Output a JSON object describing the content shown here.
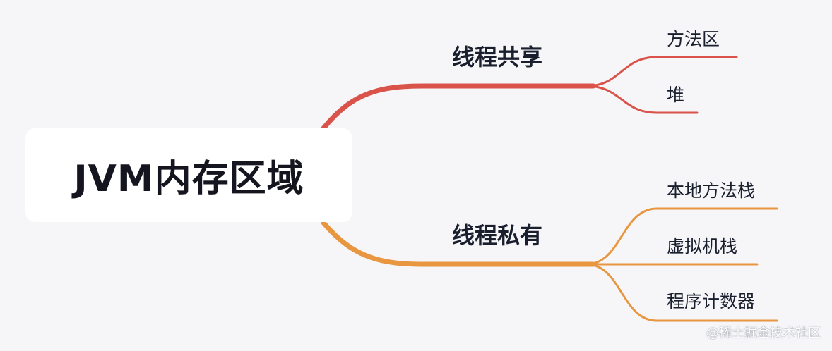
{
  "root": {
    "label": "JVM内存区域"
  },
  "branches": [
    {
      "label": "线程共享",
      "color": "#d9534a",
      "leaves": [
        "方法区",
        "堆"
      ]
    },
    {
      "label": "线程私有",
      "color": "#e8963f",
      "leaves": [
        "本地方法栈",
        "虚拟机栈",
        "程序计数器"
      ]
    }
  ],
  "watermark": "@稀土掘金技术社区"
}
